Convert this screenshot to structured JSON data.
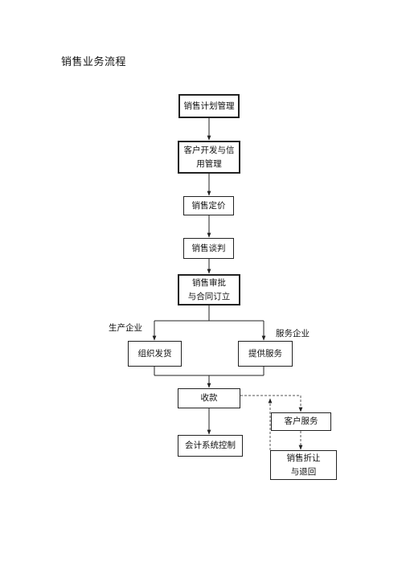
{
  "title": "销售业务流程",
  "steps": {
    "plan": "销售计划管理",
    "dev_line1": "客户开发与信",
    "dev_line2": "用管理",
    "pricing": "销售定价",
    "negotiation": "销售谈判",
    "approve_line1": "销售审批",
    "approve_line2": "与合同订立",
    "ship": "组织发货",
    "service": "提供服务",
    "collect": "收款",
    "accounting": "会计系统控制",
    "customer_service": "客户服务",
    "return_line1": "销售折让",
    "return_line2": "与退回"
  },
  "branches": {
    "left": "生产企业",
    "right": "服务企业"
  }
}
